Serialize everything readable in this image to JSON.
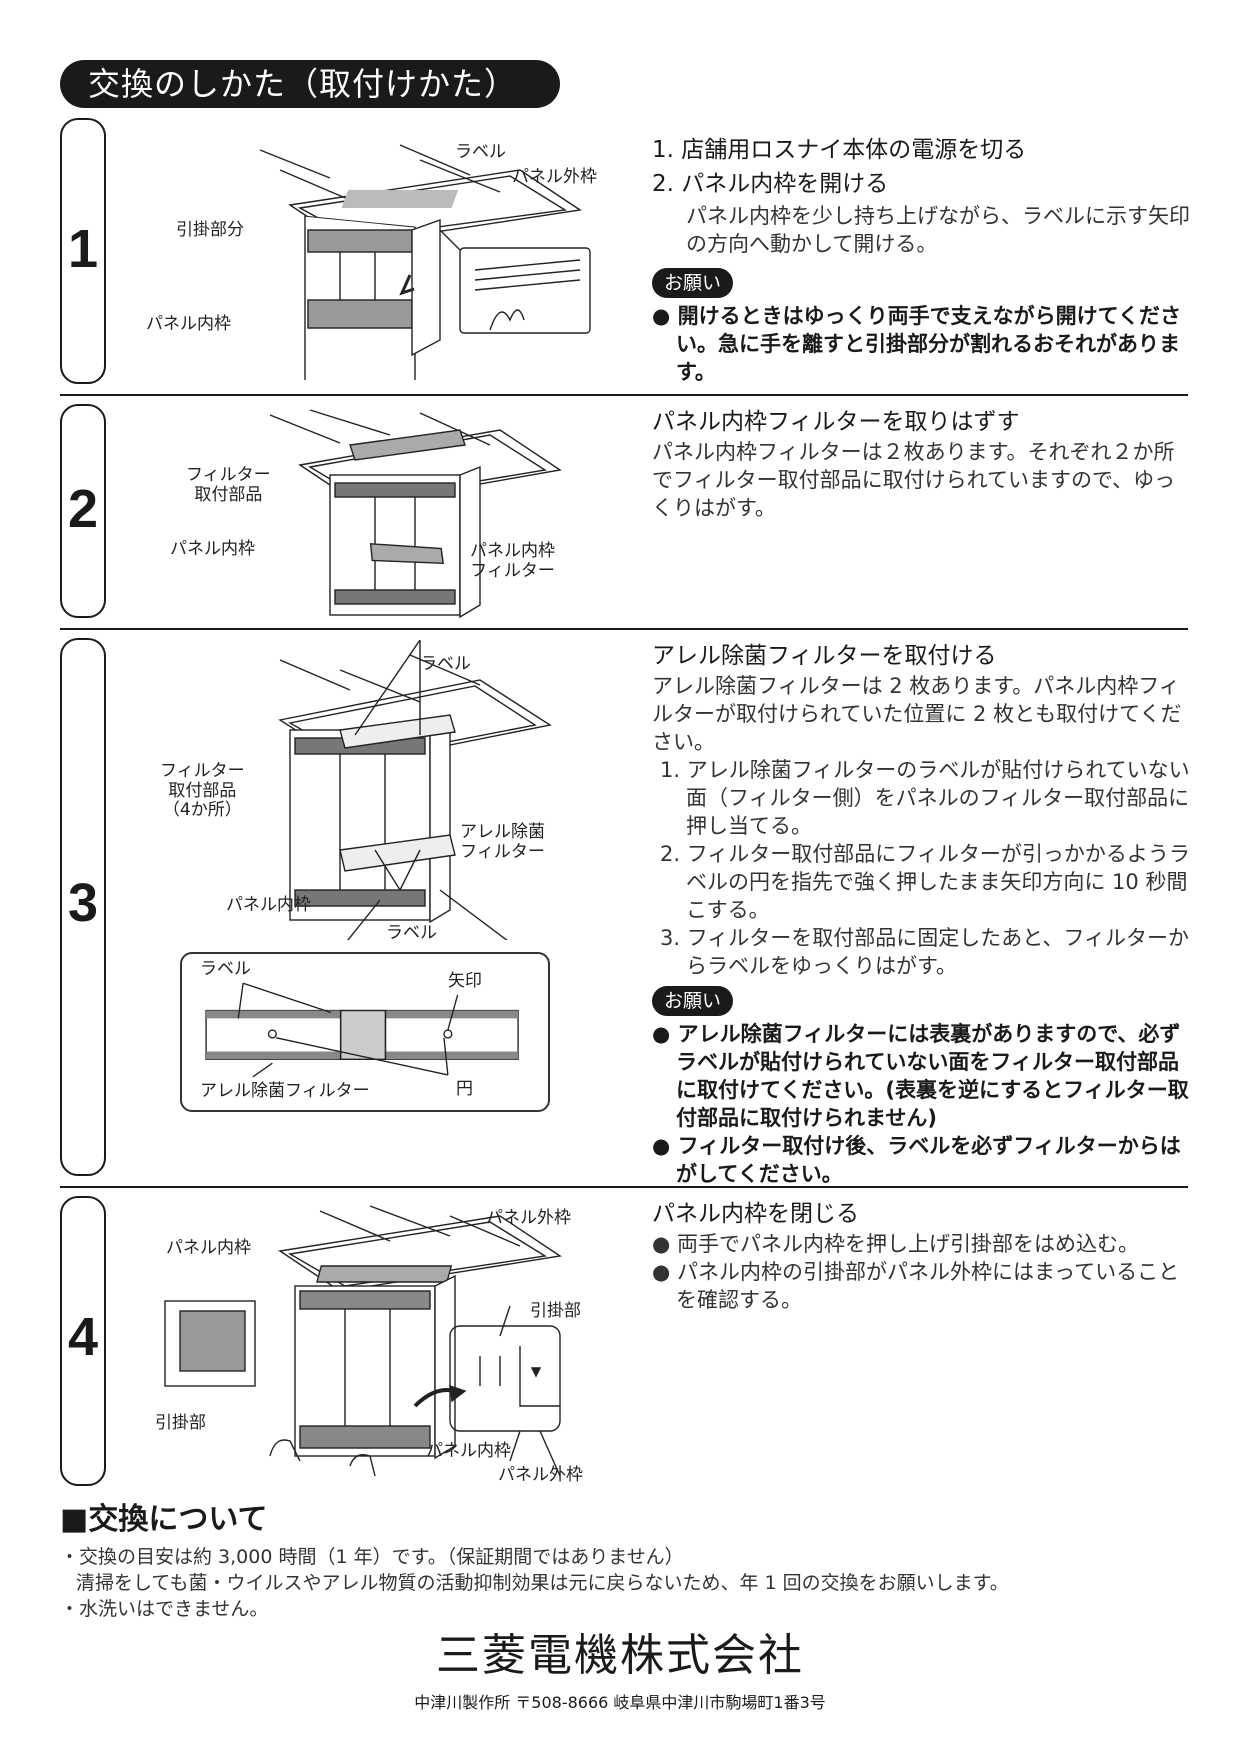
{
  "title": "交換のしかた（取付けかた）",
  "steps": [
    {
      "number": "1",
      "labels": {
        "label": "ラベル",
        "outer_frame": "パネル外枠",
        "hook": "引掛部分",
        "inner_frame": "パネル内枠"
      },
      "lines": [
        "1. 店舗用ロスナイ本体の電源を切る",
        "2. パネル内枠を開ける"
      ],
      "para": "パネル内枠を少し持ち上げながら、ラベルに示す矢印の方向へ動かして開ける。",
      "request_label": "お願い",
      "warnings": [
        "開けるときはゆっくり両手で支えながら開けてください。急に手を離すと引掛部分が割れるおそれがあります。"
      ]
    },
    {
      "number": "2",
      "labels": {
        "attach": "フィルター\n取付部品",
        "inner_frame": "パネル内枠",
        "inner_filter": "パネル内枠\nフィルター"
      },
      "heading": "パネル内枠フィルターを取りはずす",
      "para": "パネル内枠フィルターは２枚あります。それぞれ２か所でフィルター取付部品に取付けられていますので、ゆっくりはがす。"
    },
    {
      "number": "3",
      "labels": {
        "label_top": "ラベル",
        "attach": "フィルター\n取付部品\n（4か所）",
        "allergy": "アレル除菌\nフィルター",
        "inner_frame": "パネル内枠",
        "label_bottom": "ラベル",
        "inset_label": "ラベル",
        "inset_arrow": "矢印",
        "inset_filter": "アレル除菌フィルター",
        "inset_circle": "円"
      },
      "heading": "アレル除菌フィルターを取付ける",
      "para": "アレル除菌フィルターは 2 枚あります。パネル内枠フィルターが取付けられていた位置に 2 枚とも取付けてください。",
      "items": [
        "1. アレル除菌フィルターのラベルが貼付けられていない面（フィルター側）をパネルのフィルター取付部品に押し当てる。",
        "2. フィルター取付部品にフィルターが引っかかるようラベルの円を指先で強く押したまま矢印方向に 10 秒間こする。",
        "3. フィルターを取付部品に固定したあと、フィルターからラベルをゆっくりはがす。"
      ],
      "request_label": "お願い",
      "warnings": [
        "アレル除菌フィルターには表裏がありますので、必ずラベルが貼付けられていない面をフィルター取付部品に取付けてください。(表裏を逆にするとフィルター取付部品に取付けられません)",
        "フィルター取付け後、ラベルを必ずフィルターからはがしてください。"
      ]
    },
    {
      "number": "4",
      "labels": {
        "outer_frame": "パネル外枠",
        "inner_frame": "パネル内枠",
        "hook": "引掛部",
        "hook_left": "引掛部",
        "inner_frame_2": "パネル内枠",
        "outer_frame_2": "パネル外枠"
      },
      "heading": "パネル内枠を閉じる",
      "bullets": [
        "両手でパネル内枠を押し上げ引掛部をはめ込む。",
        "パネル内枠の引掛部がパネル外枠にはまっていることを確認する。"
      ]
    }
  ],
  "footer": {
    "heading": "■交換について",
    "lines": [
      "・交換の目安は約 3,000 時間（1 年）です。（保証期間ではありません）",
      "清掃をしても菌・ウイルスやアレル物質の活動抑制効果は元に戻らないため、年 1 回の交換をお願いします。",
      "・水洗いはできません。"
    ],
    "company": "三菱電機株式会社",
    "address": "中津川製作所 〒508-8666 岐阜県中津川市駒場町1番3号"
  },
  "colors": {
    "ink": "#1a1a1a",
    "paper": "#ffffff"
  },
  "icons": [
    "bullet-dot-icon",
    "curved-arrow-icon"
  ]
}
